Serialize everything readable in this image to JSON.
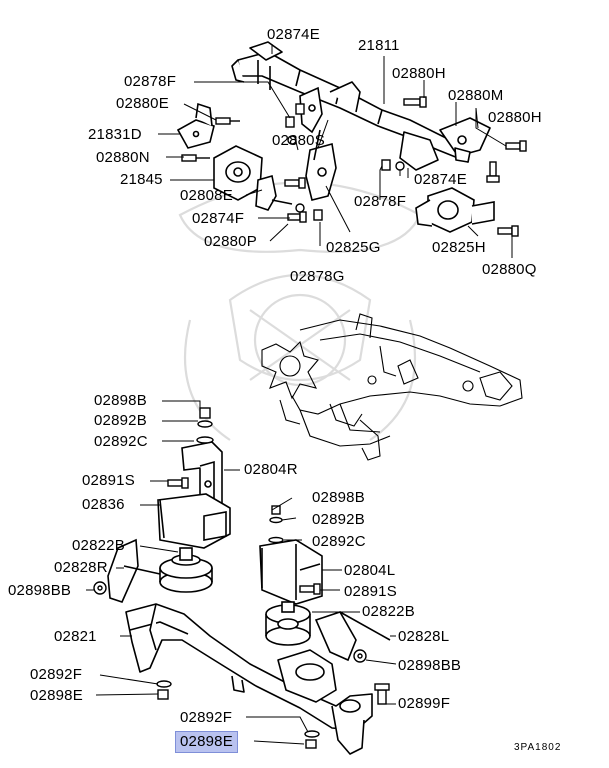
{
  "labels": [
    {
      "id": "l-02874E-top",
      "text": "02874E"
    },
    {
      "id": "l-21811",
      "text": "21811"
    },
    {
      "id": "l-02878F-top",
      "text": "02878F"
    },
    {
      "id": "l-02880H-top",
      "text": "02880H"
    },
    {
      "id": "l-02880E-top",
      "text": "02880E"
    },
    {
      "id": "l-02880M",
      "text": "02880M"
    },
    {
      "id": "l-02880H-right",
      "text": "02880H"
    },
    {
      "id": "l-21831D",
      "text": "21831D"
    },
    {
      "id": "l-02880S",
      "text": "02880S"
    },
    {
      "id": "l-02880N",
      "text": "02880N"
    },
    {
      "id": "l-02874E-right",
      "text": "02874E"
    },
    {
      "id": "l-21845",
      "text": "21845"
    },
    {
      "id": "l-02808E",
      "text": "02808E"
    },
    {
      "id": "l-02878F-mid",
      "text": "02878F"
    },
    {
      "id": "l-02874F",
      "text": "02874F"
    },
    {
      "id": "l-02880P",
      "text": "02880P"
    },
    {
      "id": "l-02825G",
      "text": "02825G"
    },
    {
      "id": "l-02825H",
      "text": "02825H"
    },
    {
      "id": "l-02878G",
      "text": "02878G"
    },
    {
      "id": "l-02880Q",
      "text": "02880Q"
    },
    {
      "id": "l-02898B-left",
      "text": "02898B"
    },
    {
      "id": "l-02892B-left",
      "text": "02892B"
    },
    {
      "id": "l-02892C-left",
      "text": "02892C"
    },
    {
      "id": "l-02804R",
      "text": "02804R"
    },
    {
      "id": "l-02891S-left",
      "text": "02891S"
    },
    {
      "id": "l-02836",
      "text": "02836"
    },
    {
      "id": "l-02898B-right",
      "text": "02898B"
    },
    {
      "id": "l-02892B-right",
      "text": "02892B"
    },
    {
      "id": "l-02822B-left",
      "text": "02822B"
    },
    {
      "id": "l-02892C-right",
      "text": "02892C"
    },
    {
      "id": "l-02828R",
      "text": "02828R"
    },
    {
      "id": "l-02804L",
      "text": "02804L"
    },
    {
      "id": "l-02898BB-left",
      "text": "02898BB"
    },
    {
      "id": "l-02891S-right",
      "text": "02891S"
    },
    {
      "id": "l-02822B-right",
      "text": "02822B"
    },
    {
      "id": "l-02821",
      "text": "02821"
    },
    {
      "id": "l-02828L",
      "text": "02828L"
    },
    {
      "id": "l-02898BB-right",
      "text": "02898BB"
    },
    {
      "id": "l-02892F-left",
      "text": "02892F"
    },
    {
      "id": "l-02899F",
      "text": "02899F"
    },
    {
      "id": "l-02898E-left",
      "text": "02898E"
    },
    {
      "id": "l-02892F-bottom",
      "text": "02892F"
    },
    {
      "id": "l-02898E-selected",
      "text": "02898E",
      "highlight": true
    }
  ],
  "diagram_code": "3PA1802",
  "colors": {
    "ink": "#000000",
    "highlight": "#b9c2ef",
    "watermark": "#d8d8d8"
  }
}
